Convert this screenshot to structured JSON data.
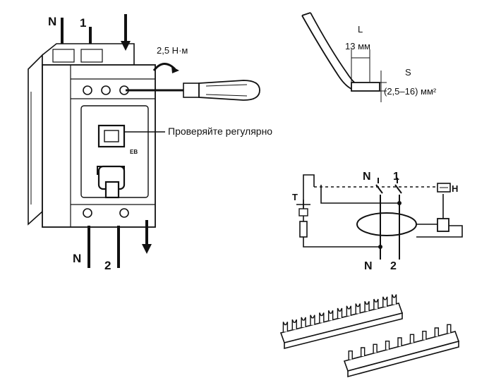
{
  "rcd_labels": {
    "top_n": "N",
    "top_1": "1",
    "bottom_n": "N",
    "bottom_2": "2"
  },
  "torque": "2,5 Н·м",
  "check_regularly": "Проверяйте регулярно",
  "device_mark": "EB",
  "wire": {
    "L": "L",
    "length": "13 мм",
    "S": "S",
    "section": "(2,5–16) мм²"
  },
  "schematic": {
    "top_n": "N",
    "top_1": "1",
    "bottom_n": "N",
    "bottom_2": "2",
    "test": "T",
    "h": "H"
  }
}
